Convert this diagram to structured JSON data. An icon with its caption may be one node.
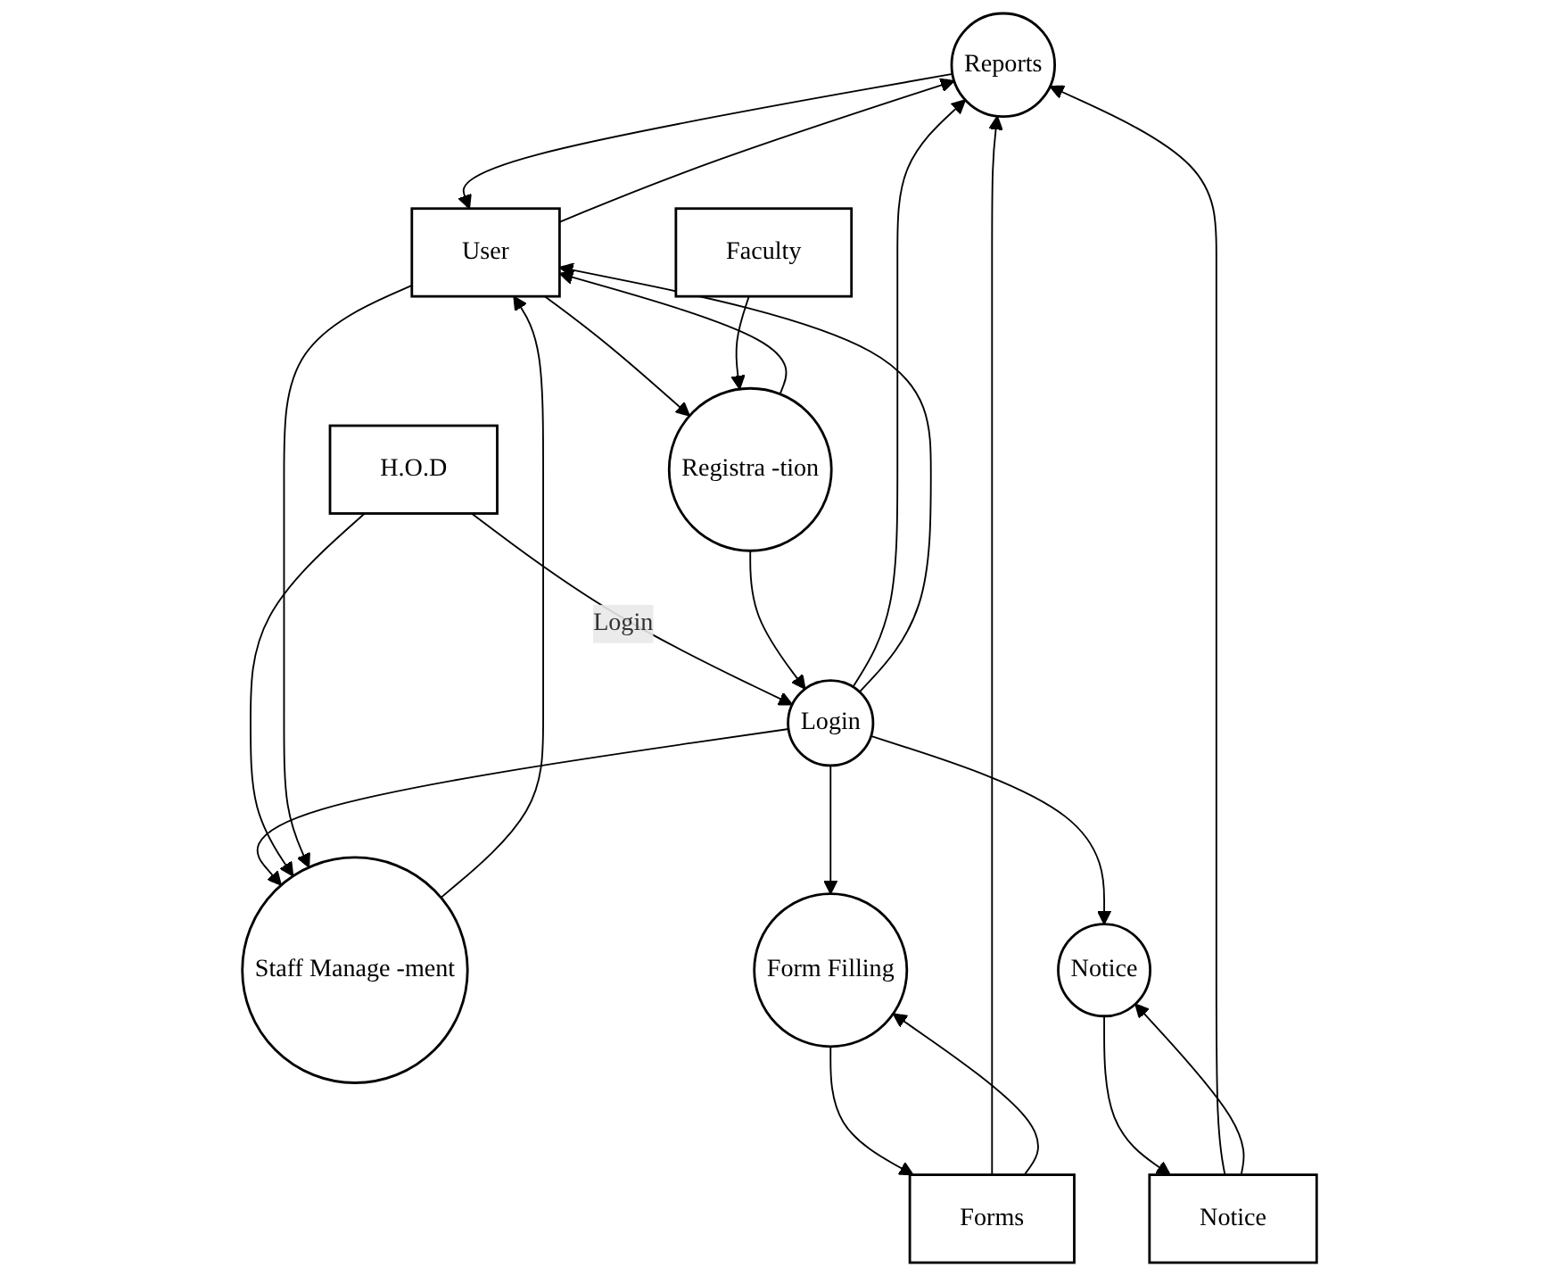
{
  "diagram": {
    "nodes": [
      {
        "text": [
          "Reports"
        ]
      },
      {
        "text": [
          "H.O.D"
        ]
      },
      {
        "text": [
          "Login"
        ]
      },
      {
        "text": [
          "User"
        ]
      },
      {
        "text": [
          "Registra -tion"
        ]
      },
      {
        "text": [
          "Staff Manage -ment"
        ]
      },
      {
        "text": [
          "Form Filling"
        ]
      },
      {
        "text": [
          "Forms"
        ]
      },
      {
        "text": [
          "Faculty"
        ]
      },
      {
        "text": [
          "Notice"
        ]
      },
      {
        "text": [
          "Notice"
        ]
      }
    ],
    "edges": [
      {
        "from": 1,
        "to": 2,
        "arrow": "to",
        "label": "Login"
      },
      {
        "from": 2,
        "to": 0,
        "arrow": "to"
      },
      {
        "from": 0,
        "to": 3,
        "arrow": "to"
      },
      {
        "from": 3,
        "to": 0,
        "arrow": "to"
      },
      {
        "from": 7,
        "to": 0,
        "arrow": "to"
      },
      {
        "from": 10,
        "to": 0,
        "arrow": "to"
      },
      {
        "from": 2,
        "to": 3,
        "arrow": "to"
      },
      {
        "from": 2,
        "to": 5,
        "arrow": "to"
      },
      {
        "from": 2,
        "to": 6,
        "arrow": "to"
      },
      {
        "from": 2,
        "to": 9,
        "arrow": "to"
      },
      {
        "from": 1,
        "to": 5,
        "arrow": "to"
      },
      {
        "from": 4,
        "to": 2,
        "arrow": "to"
      },
      {
        "from": 3,
        "to": 4,
        "arrow": "to"
      },
      {
        "from": 4,
        "to": 3,
        "arrow": "to"
      },
      {
        "from": 3,
        "to": 5,
        "arrow": "to"
      },
      {
        "from": 5,
        "to": 3,
        "arrow": "to"
      },
      {
        "from": 8,
        "to": 4,
        "arrow": "to"
      },
      {
        "from": 6,
        "to": 7,
        "arrow": "to"
      },
      {
        "from": 7,
        "to": 6,
        "arrow": "to"
      },
      {
        "from": 10,
        "to": 9,
        "arrow": "to"
      },
      {
        "from": 9,
        "to": 10,
        "arrow": "to"
      }
    ]
  }
}
